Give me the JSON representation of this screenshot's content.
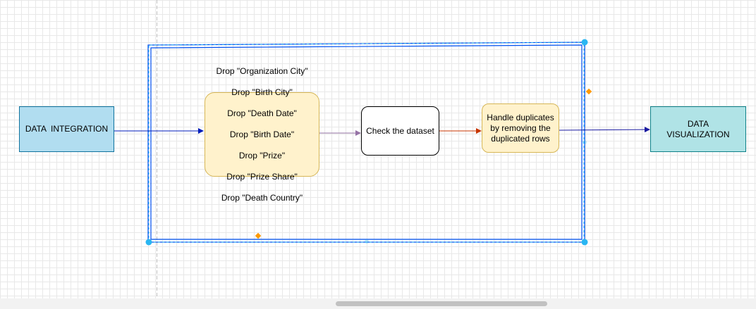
{
  "diagram": {
    "nodes": {
      "integration": {
        "label": "DATA  INTEGRATION"
      },
      "drop_columns": {
        "lines": [
          "Drop \"Organization City\"",
          "Drop \"Birth City\"",
          "Drop \"Death Date\"",
          "Drop \"Birth Date\"",
          "Drop \"Prize\"",
          "Drop \"Prize Share\"",
          "Drop \"Death Country\""
        ]
      },
      "check": {
        "label": "Check the dataset"
      },
      "duplicates": {
        "label": "Handle duplicates by removing the duplicated rows"
      },
      "visualization": {
        "label": "DATA VISUALIZATION"
      }
    },
    "edges": [
      {
        "from": "integration",
        "to": "drop_columns",
        "color": "#001dbc"
      },
      {
        "from": "drop_columns",
        "to": "check",
        "color": "#9673a6"
      },
      {
        "from": "check",
        "to": "duplicates",
        "color": "#c73500"
      },
      {
        "from": "duplicates",
        "to": "visualization",
        "color": "#1a1aa0"
      }
    ],
    "colors": {
      "selection": "#29b6f2",
      "container_stroke": "#0050ef",
      "handle": "#ff9900"
    }
  }
}
